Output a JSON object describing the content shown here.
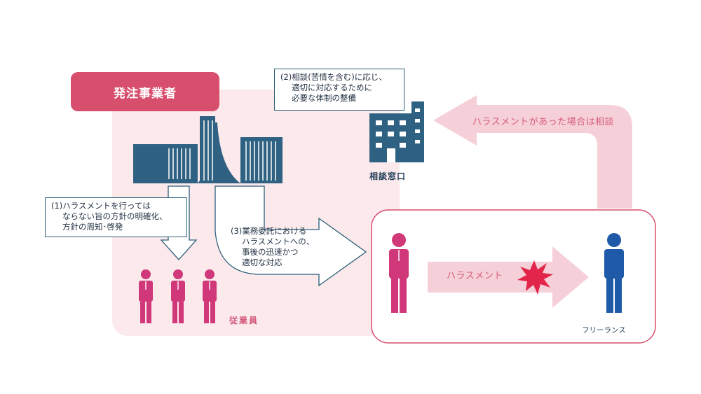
{
  "client_label": "発注事業者",
  "measure1": {
    "line1": "(1)ハラスメントを行っては",
    "line2": "ならない旨の方針の明確化、",
    "line3": "方針の周知･啓発"
  },
  "measure2": {
    "line1": "(2)相談(苦情を含む)に応じ、",
    "line2": "適切に対応するために",
    "line3": "必要な体制の整備"
  },
  "measure3": {
    "line1": "(3)業務委託における",
    "line2": "ハラスメントへの、",
    "line3": "事後の迅速かつ",
    "line4": "適切な対応"
  },
  "counter_label": "相談窓口",
  "employees_label": "従業員",
  "consult_arrow_label": "ハラスメントがあった場合は相談",
  "harassment_label": "ハラスメント",
  "freelance_label": "フリーランス",
  "colors": {
    "accent_pink": "#d84f6e",
    "person_pink": "#d0387a",
    "person_blue": "#1f5aa8",
    "building_blue": "#2f6282",
    "arrow_light_pink": "#f6d0d8",
    "area_pink": "#fbe9ec",
    "explosion_red": "#e2254a"
  },
  "icons": [
    "office-buildings-icon",
    "consultation-building-icon",
    "employee-person-icon",
    "contractor-person-icon",
    "freelancer-person-icon",
    "impact-burst-icon"
  ]
}
